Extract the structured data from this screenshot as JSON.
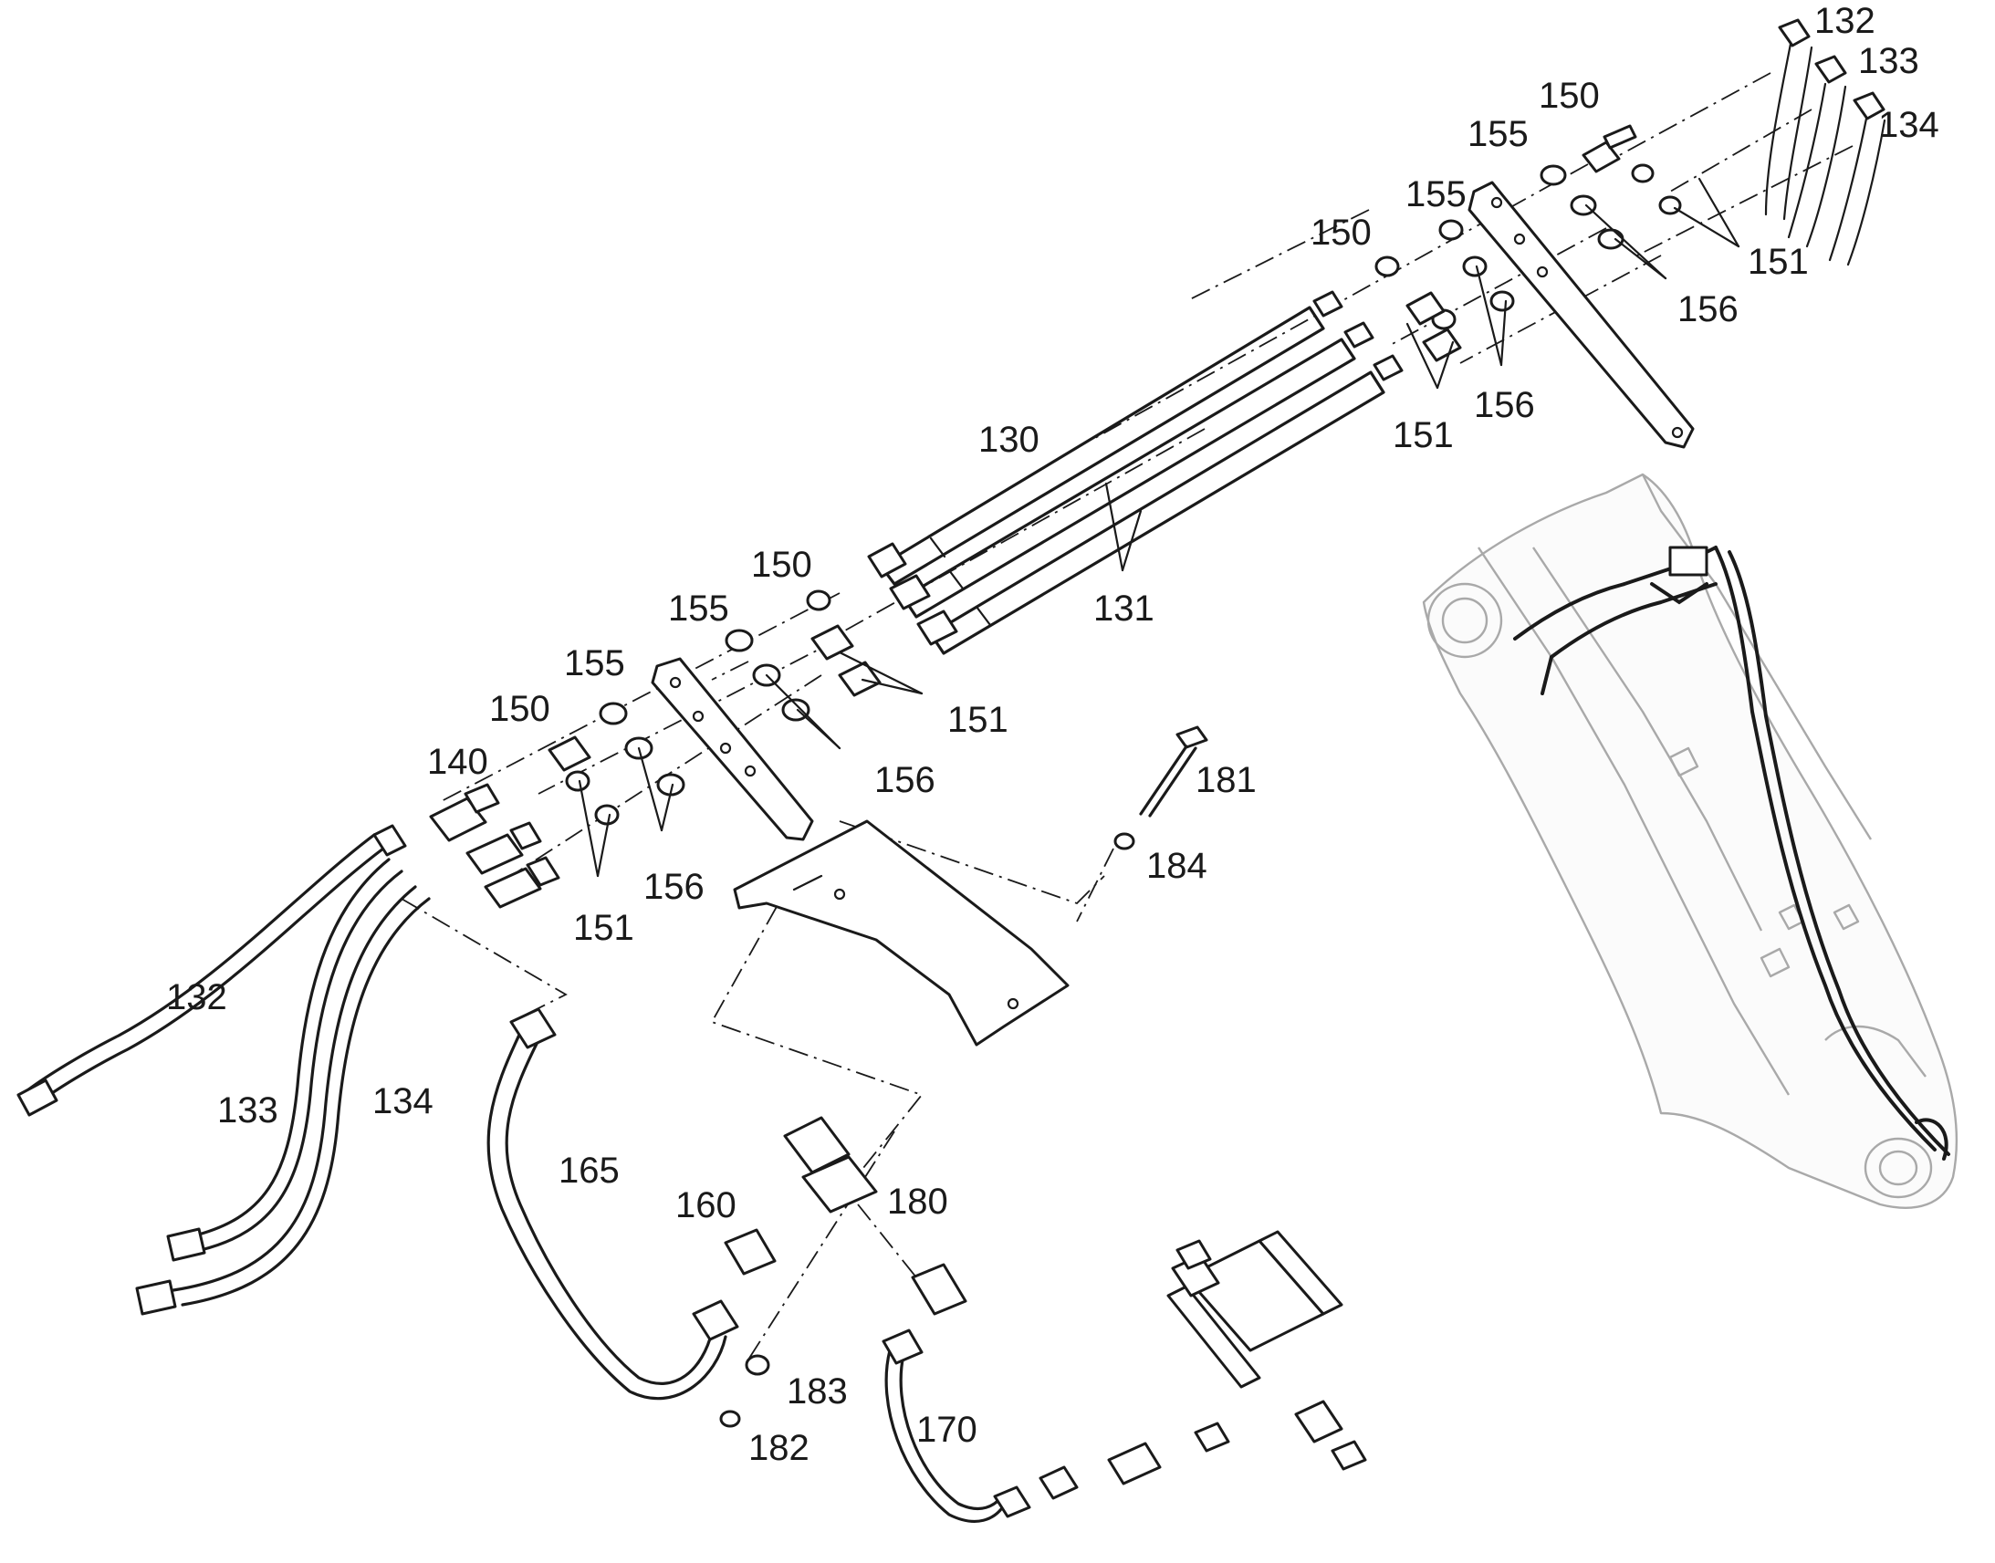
{
  "labels": [
    {
      "id": "l132a",
      "text": "132"
    },
    {
      "id": "l133a",
      "text": "133"
    },
    {
      "id": "l134a",
      "text": "134"
    },
    {
      "id": "l150a",
      "text": "150"
    },
    {
      "id": "l155a",
      "text": "155"
    },
    {
      "id": "l155b",
      "text": "155"
    },
    {
      "id": "l150b",
      "text": "150"
    },
    {
      "id": "l151a",
      "text": "151"
    },
    {
      "id": "l156a",
      "text": "156"
    },
    {
      "id": "l156b",
      "text": "156"
    },
    {
      "id": "l151b",
      "text": "151"
    },
    {
      "id": "l130",
      "text": "130"
    },
    {
      "id": "l131",
      "text": "131"
    },
    {
      "id": "l150c",
      "text": "150"
    },
    {
      "id": "l155c",
      "text": "155"
    },
    {
      "id": "l155d",
      "text": "155"
    },
    {
      "id": "l150d",
      "text": "150"
    },
    {
      "id": "l151c",
      "text": "151"
    },
    {
      "id": "l140",
      "text": "140"
    },
    {
      "id": "l156c",
      "text": "156"
    },
    {
      "id": "l156d",
      "text": "156"
    },
    {
      "id": "l151d",
      "text": "151"
    },
    {
      "id": "l181",
      "text": "181"
    },
    {
      "id": "l184",
      "text": "184"
    },
    {
      "id": "l132b",
      "text": "132"
    },
    {
      "id": "l133b",
      "text": "133"
    },
    {
      "id": "l134b",
      "text": "134"
    },
    {
      "id": "l165",
      "text": "165"
    },
    {
      "id": "l160",
      "text": "160"
    },
    {
      "id": "l180",
      "text": "180"
    },
    {
      "id": "l183",
      "text": "183"
    },
    {
      "id": "l182",
      "text": "182"
    },
    {
      "id": "l170",
      "text": "170"
    }
  ]
}
